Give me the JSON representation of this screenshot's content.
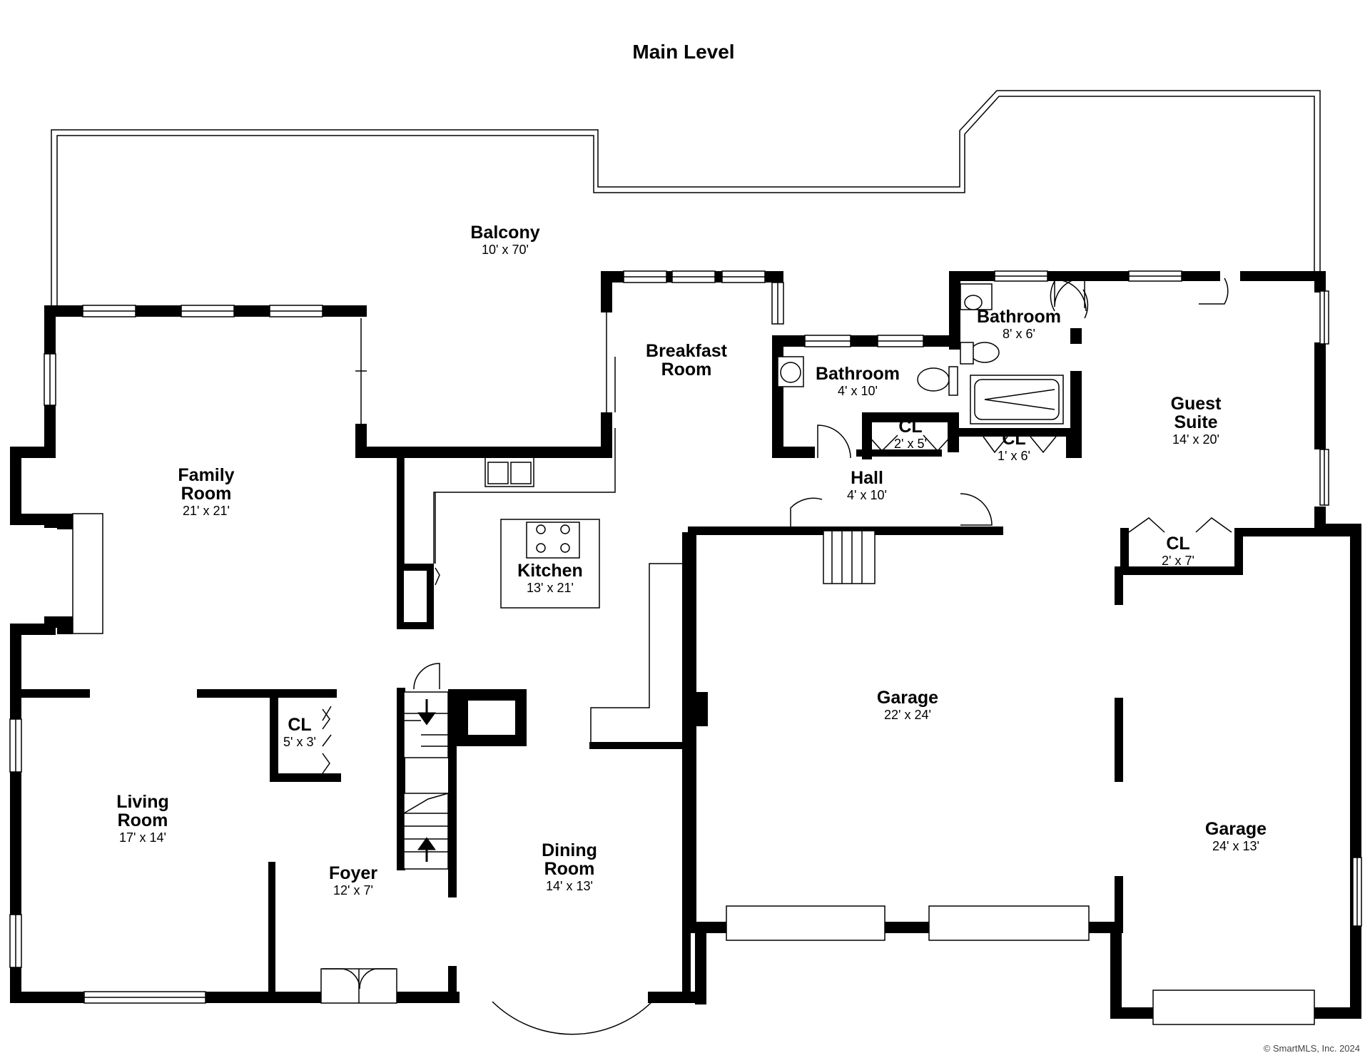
{
  "title": "Main Level",
  "copyright": "© SmartMLS, Inc. 2024",
  "rooms": [
    {
      "id": "balcony",
      "lines": [
        "Balcony"
      ],
      "dim": "10' x 70'"
    },
    {
      "id": "breakfast",
      "lines": [
        "Breakfast",
        "Room"
      ],
      "dim": ""
    },
    {
      "id": "bath1",
      "lines": [
        "Bathroom"
      ],
      "dim": "4' x 10'"
    },
    {
      "id": "bath2",
      "lines": [
        "Bathroom"
      ],
      "dim": "8' x 6'"
    },
    {
      "id": "guest",
      "lines": [
        "Guest",
        "Suite"
      ],
      "dim": "14' x 20'"
    },
    {
      "id": "family",
      "lines": [
        "Family",
        "Room"
      ],
      "dim": "21' x 21'"
    },
    {
      "id": "kitchen",
      "lines": [
        "Kitchen"
      ],
      "dim": "13' x 21'"
    },
    {
      "id": "cl1",
      "lines": [
        "CL"
      ],
      "dim": "2' x 5'"
    },
    {
      "id": "cl2",
      "lines": [
        "CL"
      ],
      "dim": "1' x 6'"
    },
    {
      "id": "hall",
      "lines": [
        "Hall"
      ],
      "dim": "4' x 10'"
    },
    {
      "id": "cl3",
      "lines": [
        "CL"
      ],
      "dim": "2' x 7'"
    },
    {
      "id": "cl4",
      "lines": [
        "CL"
      ],
      "dim": "5' x 3'"
    },
    {
      "id": "garage1",
      "lines": [
        "Garage"
      ],
      "dim": "22' x 24'"
    },
    {
      "id": "garage2",
      "lines": [
        "Garage"
      ],
      "dim": "24' x 13'"
    },
    {
      "id": "living",
      "lines": [
        "Living",
        "Room"
      ],
      "dim": "17' x 14'"
    },
    {
      "id": "foyer",
      "lines": [
        "Foyer"
      ],
      "dim": "12' x 7'"
    },
    {
      "id": "dining",
      "lines": [
        "Dining",
        "Room"
      ],
      "dim": "14' x 13'"
    }
  ]
}
